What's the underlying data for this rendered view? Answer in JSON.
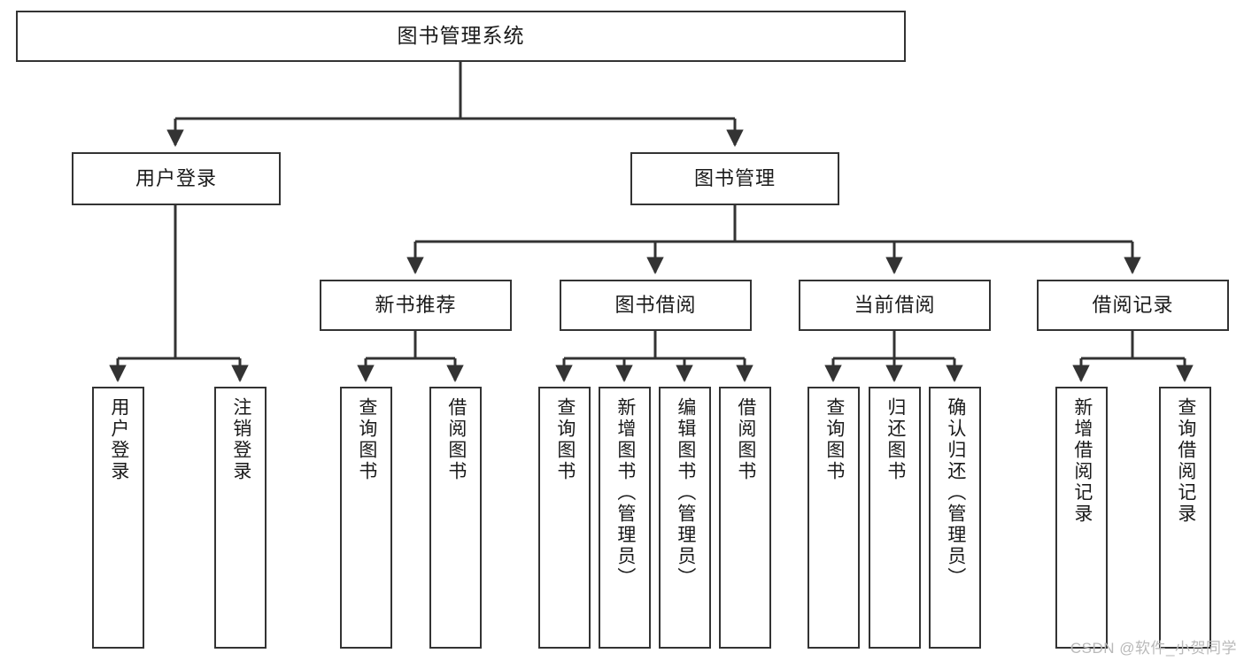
{
  "diagram": {
    "title": "图书管理系统",
    "type": "tree-hierarchy-chart",
    "watermark": "CSDN @软件_小贺同学",
    "colors": {
      "box_border": "#333333",
      "box_fill": "#ffffff",
      "connector": "#333333",
      "text": "#1a1a1a",
      "watermark": "#b9b9b9",
      "background": "#ffffff"
    },
    "nodes": {
      "root": {
        "label": "图书管理系统"
      },
      "level2": [
        {
          "id": "user-login",
          "label": "用户登录"
        },
        {
          "id": "book-manage",
          "label": "图书管理"
        }
      ],
      "level3": [
        {
          "id": "new-book-recommend",
          "label": "新书推荐"
        },
        {
          "id": "book-borrow",
          "label": "图书借阅"
        },
        {
          "id": "current-borrow",
          "label": "当前借阅"
        },
        {
          "id": "borrow-record",
          "label": "借阅记录"
        }
      ],
      "leaves": {
        "user_login": [
          {
            "id": "leaf-user-login",
            "label": "用户登录"
          },
          {
            "id": "leaf-logout",
            "label": "注销登录"
          }
        ],
        "new_book_recommend": [
          {
            "id": "leaf-query-book-1",
            "label": "查询图书"
          },
          {
            "id": "leaf-borrow-book-1",
            "label": "借阅图书"
          }
        ],
        "book_borrow": [
          {
            "id": "leaf-query-book-2",
            "label": "查询图书"
          },
          {
            "id": "leaf-add-book",
            "label": "新增图书（管理员）"
          },
          {
            "id": "leaf-edit-book",
            "label": "编辑图书（管理员）"
          },
          {
            "id": "leaf-borrow-book-2",
            "label": "借阅图书"
          }
        ],
        "current_borrow": [
          {
            "id": "leaf-query-book-3",
            "label": "查询图书"
          },
          {
            "id": "leaf-return-book",
            "label": "归还图书"
          },
          {
            "id": "leaf-confirm-return",
            "label": "确认归还（管理员）"
          }
        ],
        "borrow_record": [
          {
            "id": "leaf-add-record",
            "label": "新增借阅记录"
          },
          {
            "id": "leaf-query-record",
            "label": "查询借阅记录"
          }
        ]
      }
    }
  }
}
